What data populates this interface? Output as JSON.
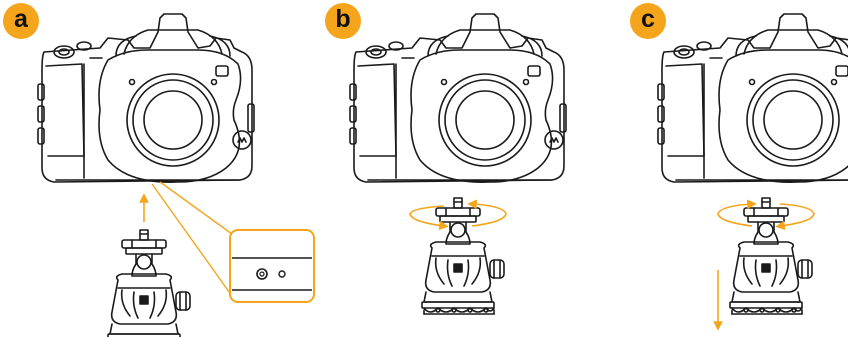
{
  "steps": [
    {
      "label": "a"
    },
    {
      "label": "b"
    },
    {
      "label": "c"
    }
  ],
  "colors": {
    "accent": "#f5a51c",
    "line": "#1a1a1a",
    "background": "#ffffff"
  },
  "icons": {
    "camera": "dslr-camera-body",
    "ballhead": "tripod-ball-head",
    "brand": "kodak-k-logo"
  }
}
